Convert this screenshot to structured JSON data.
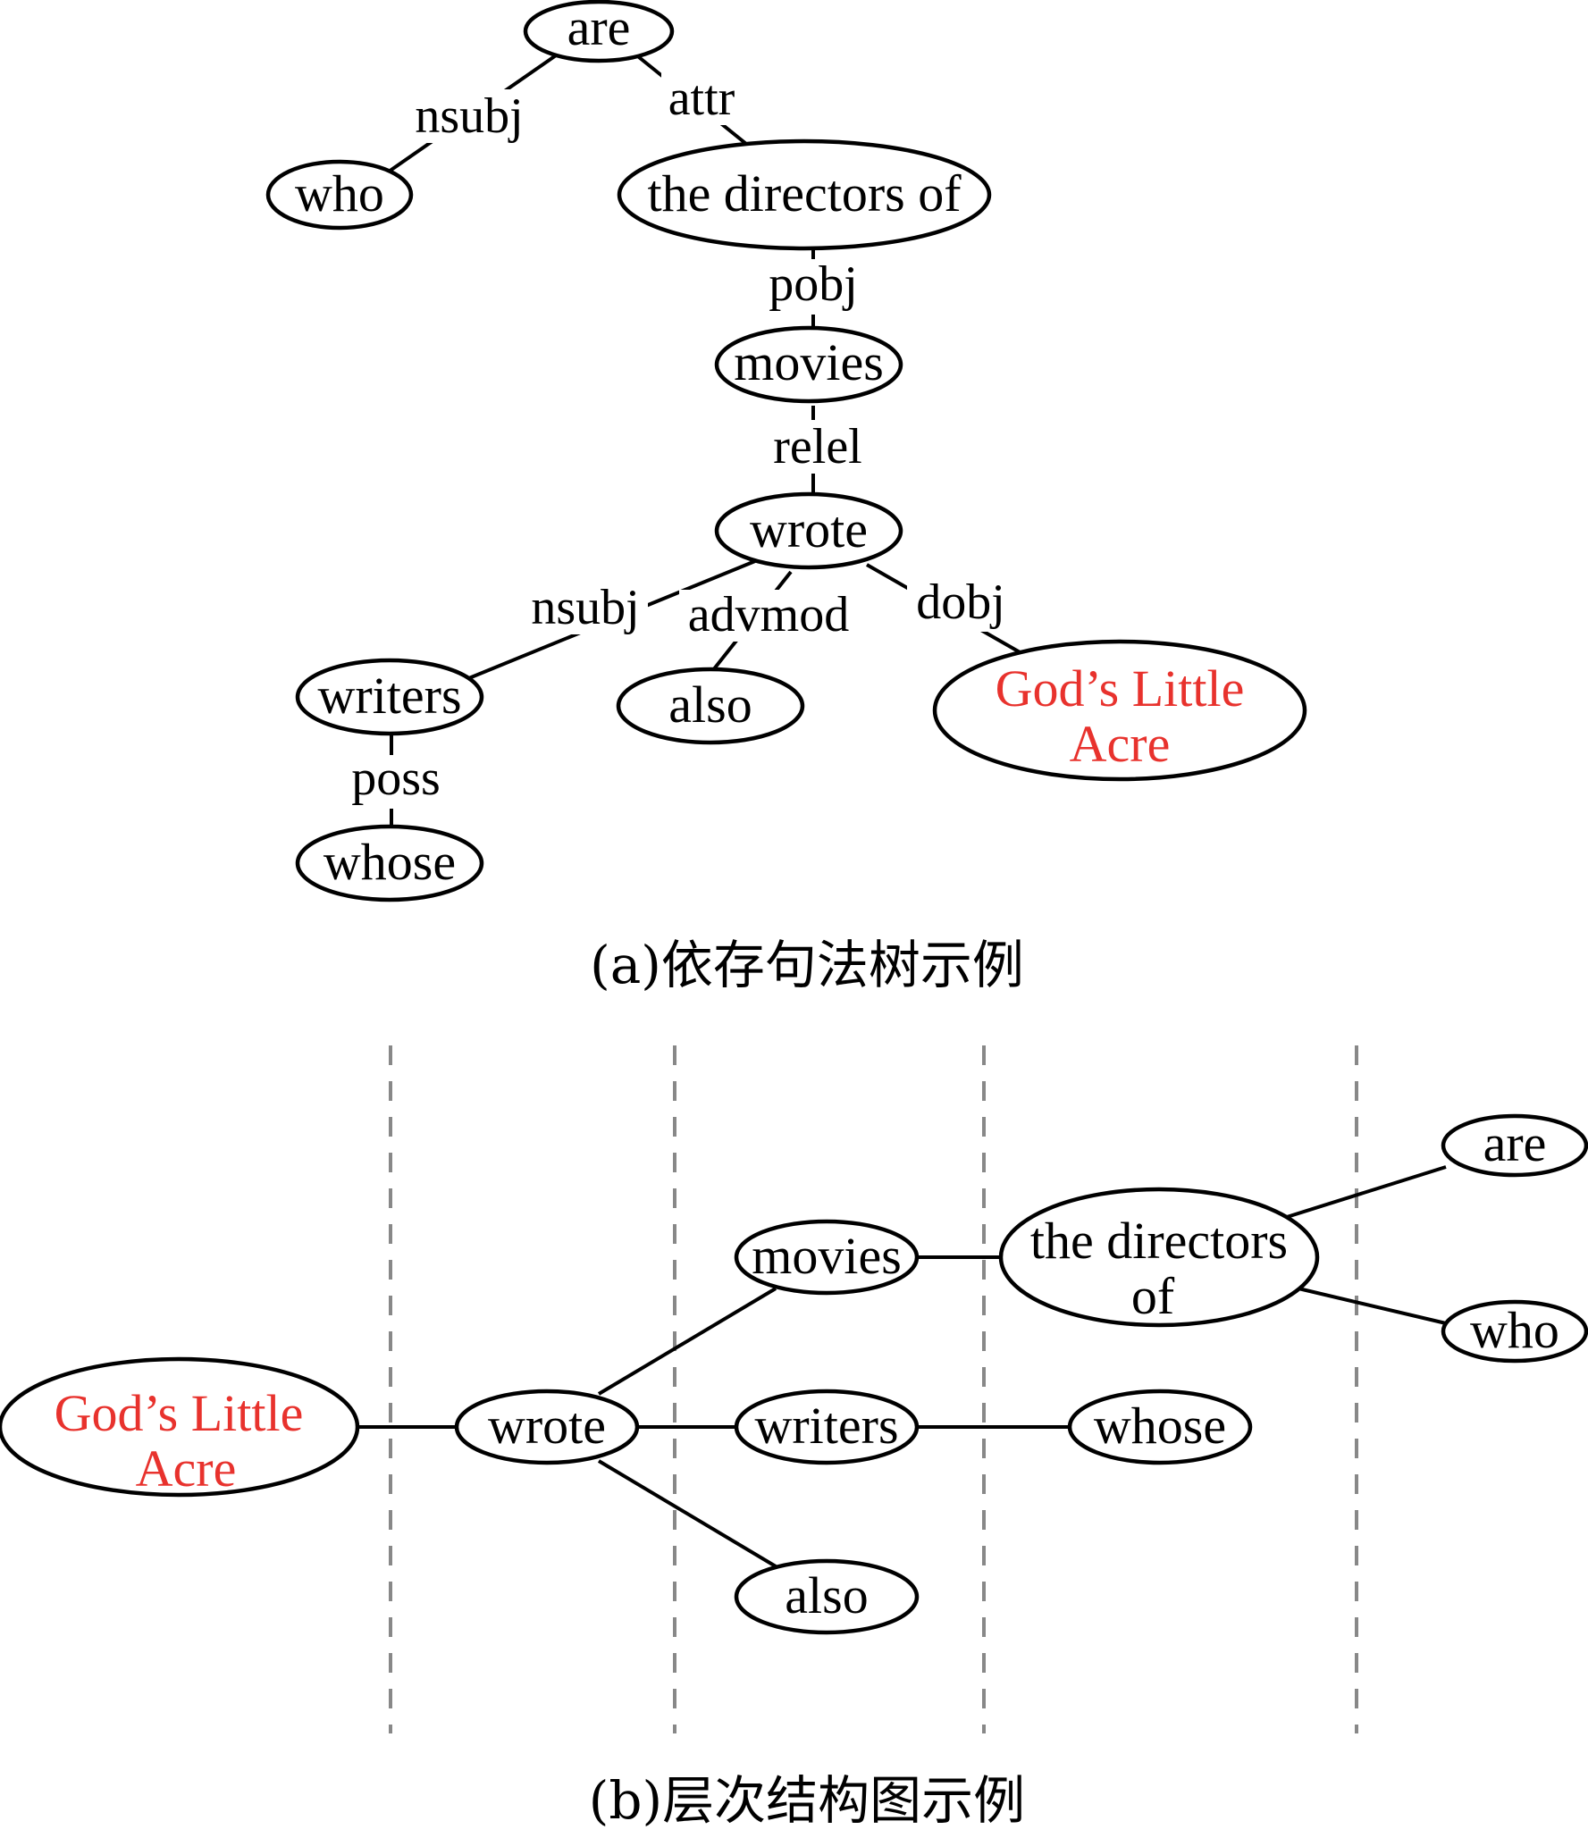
{
  "panel_a": {
    "caption": "(a)依存句法树示例",
    "nodes": {
      "are": "are",
      "who": "who",
      "the_directors_of": "the directors of",
      "movies": "movies",
      "wrote": "wrote",
      "writers": "writers",
      "also": "also",
      "gods_little_acre": [
        "God’s Little",
        "Acre"
      ],
      "whose": "whose"
    },
    "edge_labels": {
      "are_who": "nsubj",
      "are_directors": "attr",
      "directors_movies": "pobj",
      "movies_wrote": "relel",
      "wrote_writers": "nsubj",
      "wrote_also": "advmod",
      "wrote_gods": "dobj",
      "writers_whose": "poss"
    }
  },
  "panel_b": {
    "caption": "(b)层次结构图示例",
    "nodes": {
      "gods_little_acre": [
        "God’s Little",
        "Acre"
      ],
      "wrote": "wrote",
      "movies": "movies",
      "writers": "writers",
      "also": "also",
      "the_directors_of": [
        "the directors",
        "of"
      ],
      "whose": "whose",
      "are": "are",
      "who": "who"
    }
  },
  "colors": {
    "highlight": "#e8322d",
    "divider": "#888888"
  }
}
